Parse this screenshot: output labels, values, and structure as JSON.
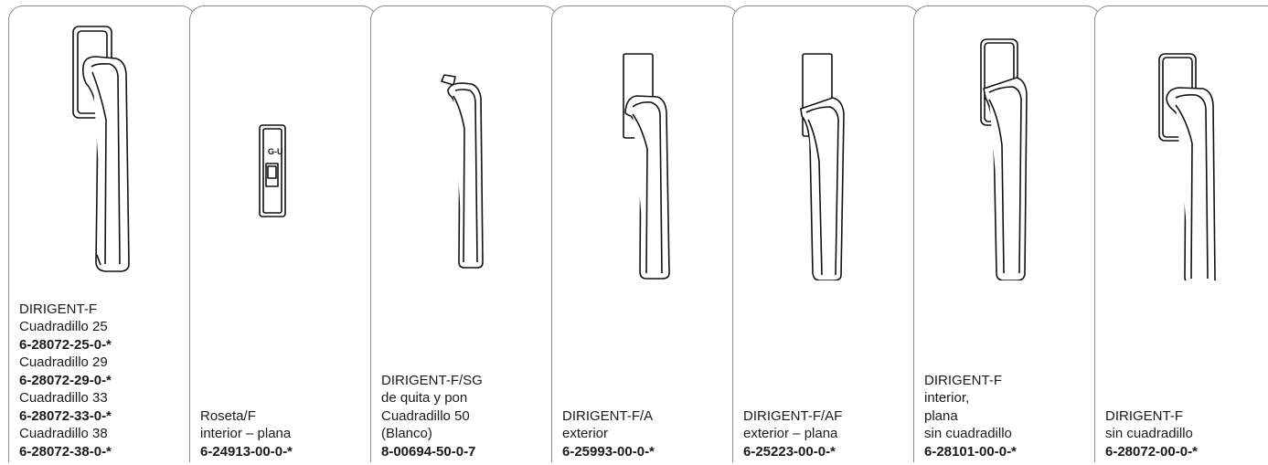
{
  "products": [
    {
      "lines": [
        {
          "text": "DIRIGENT-F",
          "bold": false
        },
        {
          "text": "Cuadradillo 25",
          "bold": false
        },
        {
          "text": "6-28072-25-0-*",
          "bold": true
        },
        {
          "text": "Cuadradillo 29",
          "bold": false
        },
        {
          "text": "6-28072-29-0-*",
          "bold": true
        },
        {
          "text": "Cuadradillo 33",
          "bold": false
        },
        {
          "text": "6-28072-33-0-*",
          "bold": true
        },
        {
          "text": "Cuadradillo 38",
          "bold": false
        },
        {
          "text": "6-28072-38-0-*",
          "bold": true
        }
      ],
      "icon": "window-handle-icon"
    },
    {
      "lines": [
        {
          "text": "Roseta/F",
          "bold": false
        },
        {
          "text": "interior – plana",
          "bold": false
        },
        {
          "text": "6-24913-00-0-*",
          "bold": true
        }
      ],
      "icon": "rosette-icon"
    },
    {
      "lines": [
        {
          "text": "DIRIGENT-F/SG",
          "bold": false
        },
        {
          "text": "de quita y pon",
          "bold": false
        },
        {
          "text": "Cuadradillo 50",
          "bold": false
        },
        {
          "text": "(Blanco)",
          "bold": false
        },
        {
          "text": "8-00694-50-0-7",
          "bold": true
        }
      ],
      "icon": "removable-handle-icon"
    },
    {
      "lines": [
        {
          "text": "DIRIGENT-F/A",
          "bold": false
        },
        {
          "text": "exterior",
          "bold": false
        },
        {
          "text": "6-25993-00-0-*",
          "bold": true
        }
      ],
      "icon": "window-handle-icon"
    },
    {
      "lines": [
        {
          "text": "DIRIGENT-F/AF",
          "bold": false
        },
        {
          "text": "exterior – plana",
          "bold": false
        },
        {
          "text": "6-25223-00-0-*",
          "bold": true
        }
      ],
      "icon": "window-handle-flat-icon"
    },
    {
      "lines": [
        {
          "text": "DIRIGENT-F",
          "bold": false
        },
        {
          "text": "interior,",
          "bold": false
        },
        {
          "text": "plana",
          "bold": false
        },
        {
          "text": "sin cuadradillo",
          "bold": false
        },
        {
          "text": "6-28101-00-0-*",
          "bold": true
        }
      ],
      "icon": "window-handle-flat-icon"
    },
    {
      "lines": [
        {
          "text": "DIRIGENT-F",
          "bold": false
        },
        {
          "text": "sin cuadradillo",
          "bold": false
        },
        {
          "text": "6-28072-00-0-*",
          "bold": true
        }
      ],
      "icon": "window-handle-icon"
    }
  ]
}
